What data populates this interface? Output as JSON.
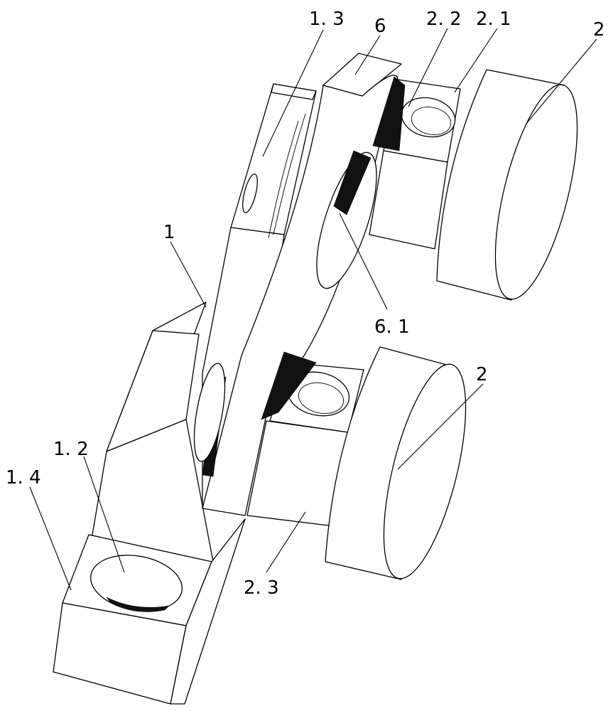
{
  "labels": {
    "part_1": "1",
    "part_1_2": "1. 2",
    "part_1_3": "1. 3",
    "part_1_4": "1. 4",
    "part_2_top": "2",
    "part_2_bottom": "2",
    "part_2_1": "2. 1",
    "part_2_2": "2. 2",
    "part_2_3": "2. 3",
    "part_6": "6",
    "part_6_1": "6. 1"
  }
}
